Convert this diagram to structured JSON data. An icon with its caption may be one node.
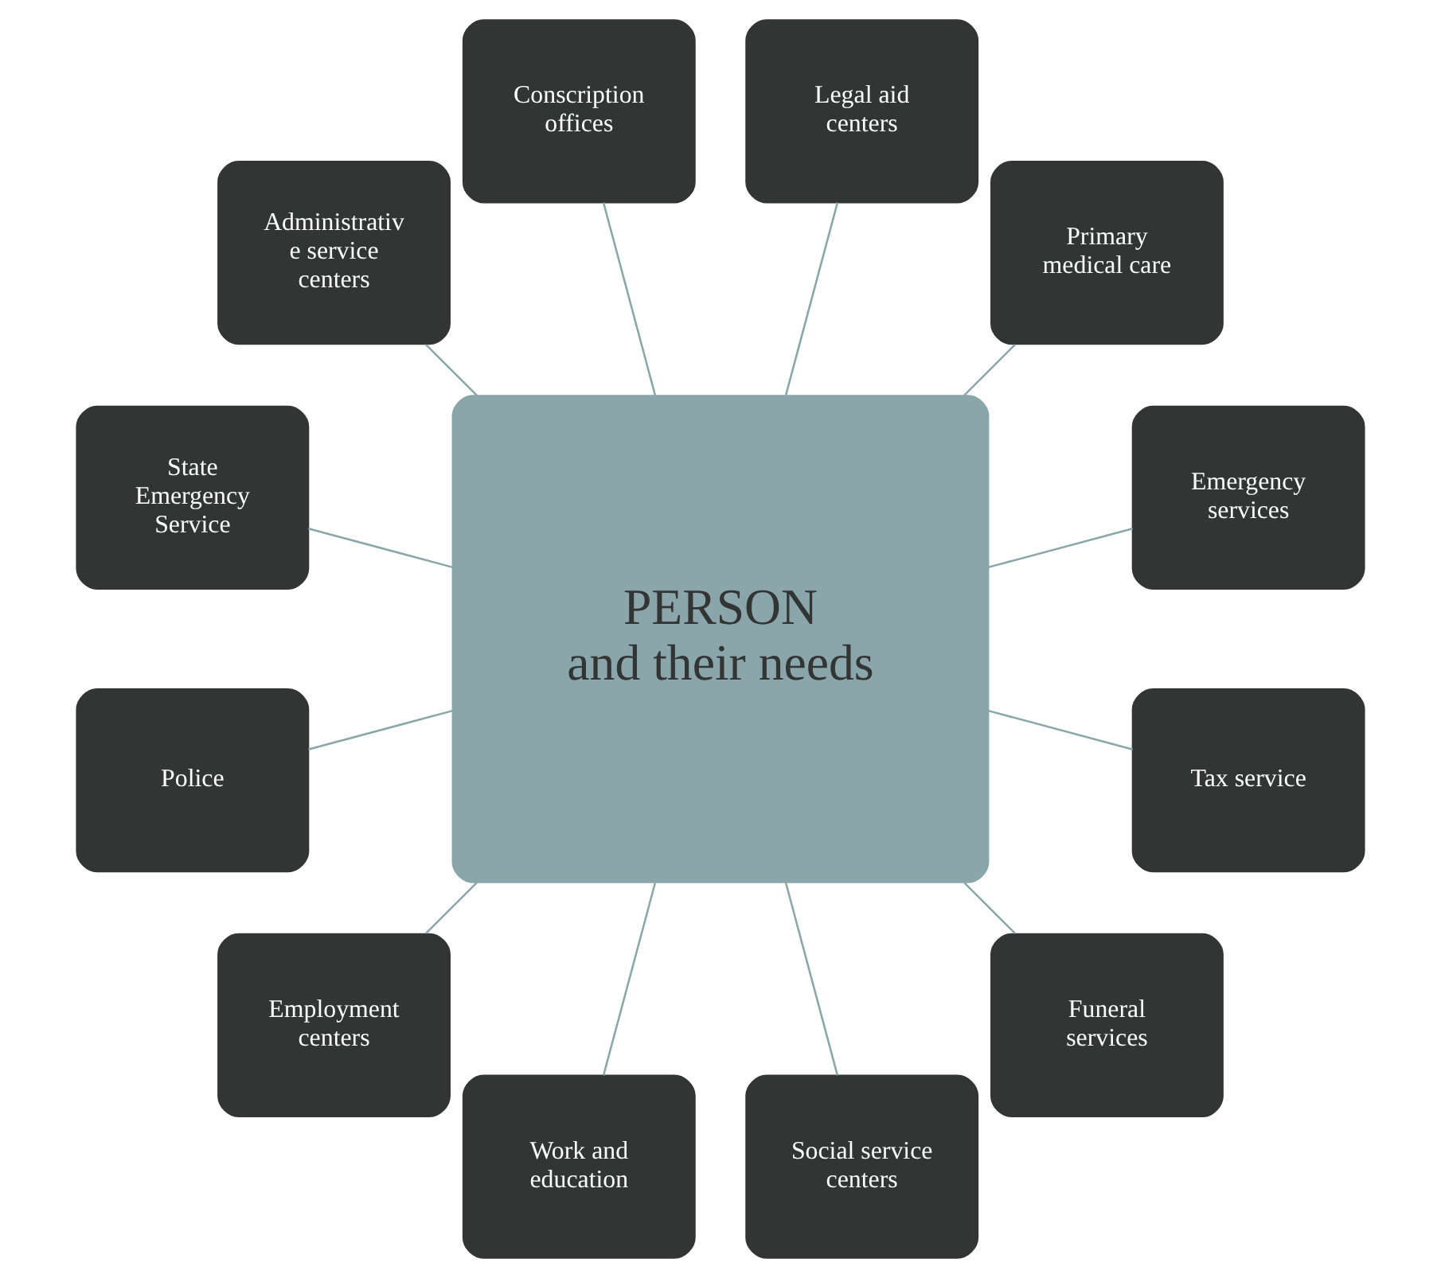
{
  "diagram": {
    "nodes": [
      {
        "text": [
          "Emergency services"
        ]
      },
      {
        "text": [
          "Primary medical care"
        ]
      },
      {
        "text": [
          "Legal aid centers"
        ]
      },
      {
        "text": [
          "Conscription offices"
        ]
      },
      {
        "text": [
          "Administrativ e service centers"
        ]
      },
      {
        "text": [
          "PERSON",
          "and their needs"
        ]
      },
      {
        "text": [
          "State Emergency Service"
        ]
      },
      {
        "text": [
          "Police"
        ]
      },
      {
        "text": [
          "Employment centers"
        ]
      },
      {
        "text": [
          "Work and education"
        ]
      },
      {
        "text": [
          "Social service centers"
        ]
      },
      {
        "text": [
          "Funeral services"
        ]
      },
      {
        "text": [
          "Tax service"
        ]
      }
    ],
    "edges": [
      {
        "from": 5,
        "to": 0,
        "arrow": "none"
      },
      {
        "from": 5,
        "to": 1,
        "arrow": "none"
      },
      {
        "from": 5,
        "to": 2,
        "arrow": "none"
      },
      {
        "from": 5,
        "to": 4,
        "arrow": "none"
      },
      {
        "from": 5,
        "to": 7,
        "arrow": "none"
      },
      {
        "from": 5,
        "to": 9,
        "arrow": "none"
      },
      {
        "from": 5,
        "to": 12,
        "arrow": "none"
      },
      {
        "from": 5,
        "to": 11,
        "arrow": "none"
      },
      {
        "from": 5,
        "to": 10,
        "arrow": "none"
      },
      {
        "from": 5,
        "to": 8,
        "arrow": "none"
      },
      {
        "from": 5,
        "to": 6,
        "arrow": "none"
      },
      {
        "from": 5,
        "to": 3,
        "arrow": "none"
      }
    ]
  }
}
